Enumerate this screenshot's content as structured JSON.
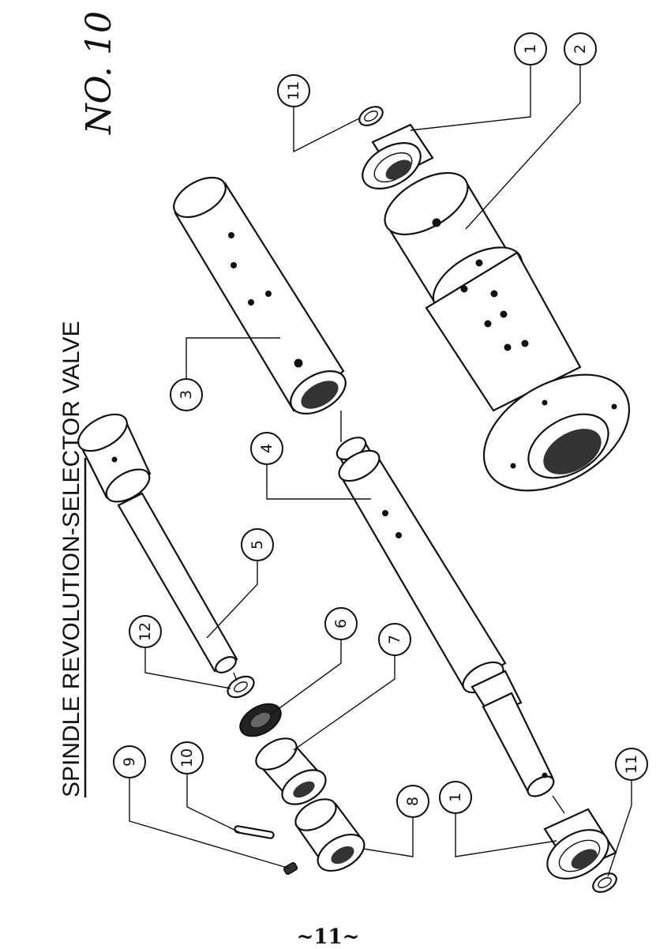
{
  "title": "SPINDLE REVOLUTION-SELECTOR VALVE",
  "drawing_number": "NO. 10",
  "page_number": "~11~",
  "callouts": [
    {
      "label": "1"
    },
    {
      "label": "2"
    },
    {
      "label": "11"
    },
    {
      "label": "3"
    },
    {
      "label": "4"
    },
    {
      "label": "5"
    },
    {
      "label": "12"
    },
    {
      "label": "6"
    },
    {
      "label": "7"
    },
    {
      "label": "8"
    },
    {
      "label": "1"
    },
    {
      "label": "10"
    },
    {
      "label": "9"
    },
    {
      "label": "11"
    }
  ]
}
